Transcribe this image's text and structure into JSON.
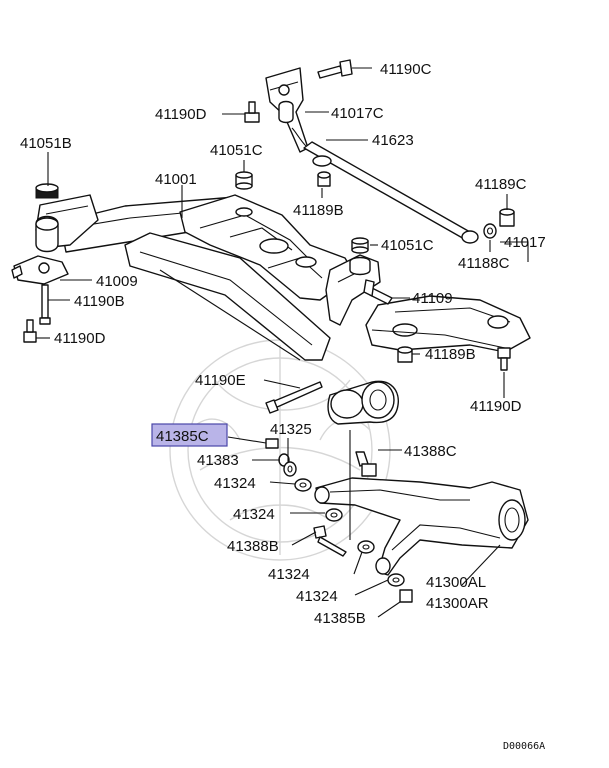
{
  "diagram": {
    "colors": {
      "highlight_fill": "#b9b4e8",
      "highlight_stroke": "#4a46a8",
      "ink": "#111111"
    },
    "labels": {
      "l41190C": "41190C",
      "l41190D_top": "41190D",
      "l41017C": "41017C",
      "l41051B": "41051B",
      "l41623": "41623",
      "l41051C_top": "41051C",
      "l41001": "41001",
      "l41189C": "41189C",
      "l41189B_top": "41189B",
      "l41051C_mid": "41051C",
      "l41017": "41017",
      "l41188C": "41188C",
      "l41009": "41009",
      "l41109": "41109",
      "l41190B": "41190B",
      "l41190D_left": "41190D",
      "l41189B_mid": "41189B",
      "l41190E": "41190E",
      "l41190D_right": "41190D",
      "l41385C": "41385C",
      "l41325": "41325",
      "l41383": "41383",
      "l41388C": "41388C",
      "l41324_a": "41324",
      "l41324_b": "41324",
      "l41388B": "41388B",
      "l41324_c": "41324",
      "l41300AL": "41300AL",
      "l41324_d": "41324",
      "l41300AR": "41300AR",
      "l41385B": "41385B"
    },
    "drawing_code": "D00066A"
  }
}
